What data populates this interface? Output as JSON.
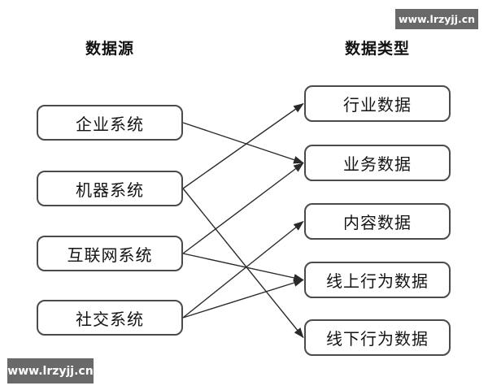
{
  "watermarks": {
    "top_right": "www.lrzyjj.cn",
    "bottom_left": "www.lrzyjj.cn"
  },
  "diagram": {
    "left_header": "数据源",
    "right_header": "数据类型",
    "sources": [
      {
        "label": "企业系统"
      },
      {
        "label": "机器系统"
      },
      {
        "label": "互联网系统"
      },
      {
        "label": "社交系统"
      }
    ],
    "types": [
      {
        "label": "行业数据"
      },
      {
        "label": "业务数据"
      },
      {
        "label": "内容数据"
      },
      {
        "label": "线上行为数据"
      },
      {
        "label": "线下行为数据"
      }
    ],
    "connections": [
      {
        "from": 0,
        "to": 1
      },
      {
        "from": 1,
        "to": 0
      },
      {
        "from": 1,
        "to": 4
      },
      {
        "from": 2,
        "to": 1
      },
      {
        "from": 2,
        "to": 3
      },
      {
        "from": 3,
        "to": 2
      },
      {
        "from": 3,
        "to": 3
      }
    ],
    "colors": {
      "line": "#2a2a2a",
      "box_border": "#4a4a4a",
      "box_fill": "#ffffff",
      "text": "#141414",
      "watermark_bg": "#696969",
      "watermark_text": "#ffffff"
    }
  }
}
